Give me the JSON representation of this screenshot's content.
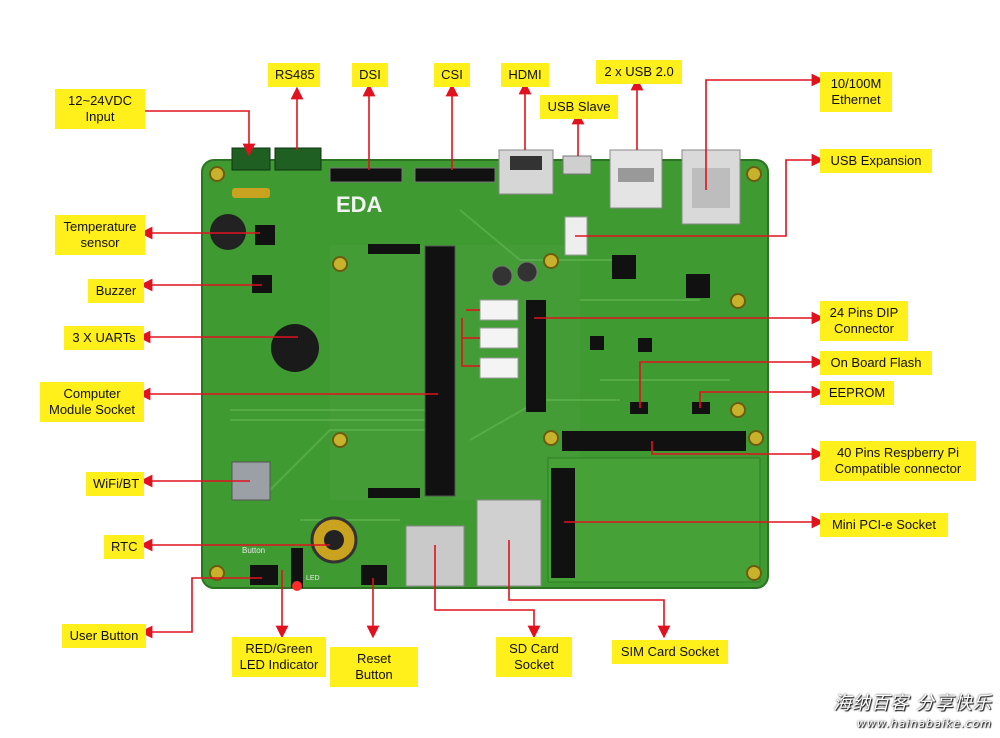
{
  "colors": {
    "label_bg": "#ffef1a",
    "pcb_green": "#3f9a32",
    "arrow_red": "#e0121f"
  },
  "board": {
    "logo": "EDA",
    "button_silk": "Button",
    "led_silk": "LED"
  },
  "labels": {
    "input_power": "12~24VDC\nInput",
    "rs485": "RS485",
    "dsi": "DSI",
    "csi": "CSI",
    "hdmi": "HDMI",
    "usb_slave": "USB Slave",
    "usb20": "2 x USB 2.0",
    "ethernet": "10/100M\nEthernet",
    "usb_expansion": "USB Expansion",
    "temp_sensor": "Temperature\nsensor",
    "buzzer": "Buzzer",
    "uarts": "3 X UARTs",
    "cm_socket": "Computer\nModule Socket",
    "wifi_bt": "WiFi/BT",
    "rtc": "RTC",
    "user_button": "User Button",
    "led_indicator": "RED/Green\nLED Indicator",
    "reset_button": "Reset Button",
    "sd_card": "SD Card\nSocket",
    "sim_card": "SIM Card Socket",
    "dip24": "24 Pins DIP\nConnector",
    "onboard_flash": "On Board Flash",
    "eeprom": "EEPROM",
    "rpi40": "40 Pins Respberry Pi\nCompatible connector",
    "minipcie": "Mini PCI-e Socket"
  },
  "watermark": {
    "line1": "海纳百客 分享快乐",
    "line2": "www.hainabaike.com"
  }
}
